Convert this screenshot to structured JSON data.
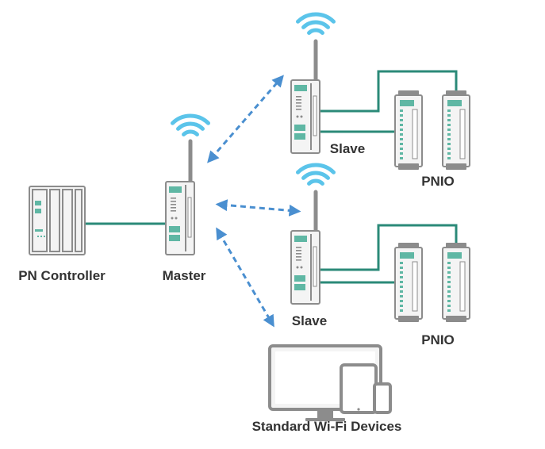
{
  "colors": {
    "device_outline": "#8c8c8c",
    "device_fill": "#f4f4f4",
    "accent": "#5fb7a4",
    "cable": "#2b8a78",
    "wifi": "#5bc4ea",
    "wireless_link": "#4a8fd0",
    "antenna": "#8c8c8c",
    "label": "#333333"
  },
  "icons": {
    "controller": "pn-controller-icon",
    "master": "master-ap-icon",
    "slave": "slave-client-icon",
    "pnio": "pnio-module-icon",
    "wifi": "wifi-signal-icon",
    "link": "dashed-bidirectional-arrow",
    "monitor": "monitor-icon",
    "tablet": "tablet-icon",
    "phone": "phone-icon"
  },
  "nodes": {
    "controller": {
      "label": "PN Controller"
    },
    "master": {
      "label": "Master"
    },
    "slave_top": {
      "label": "Slave"
    },
    "slave_bottom": {
      "label": "Slave"
    },
    "pnio_top": {
      "label": "PNIO"
    },
    "pnio_bottom": {
      "label": "PNIO"
    },
    "wifi_devices": {
      "label": "Standard Wi-Fi Devices"
    }
  }
}
